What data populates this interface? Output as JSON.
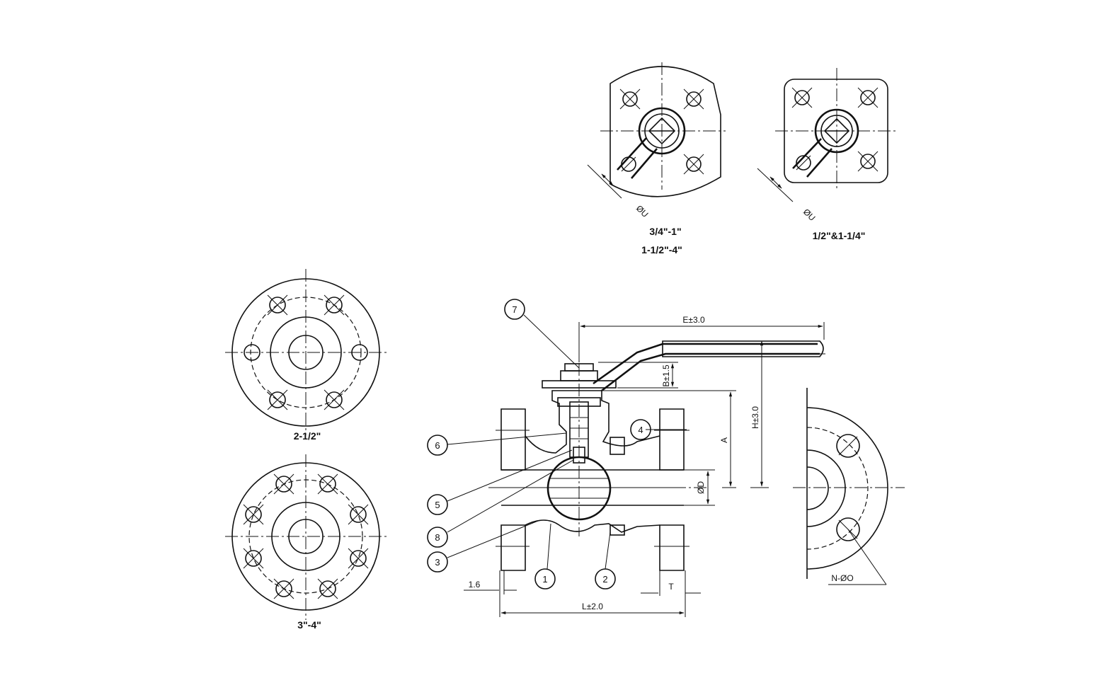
{
  "figure": {
    "mount_left_label_line1": "3/4\"-1\"",
    "mount_left_label_line2": "1-1/2\"-4\"",
    "mount_right_label": "1/2\"&1-1/4\"",
    "flange_small_label": "2-1/2\"",
    "flange_large_label": "3\"-4\"",
    "dimensions": {
      "handle_length": "E±3.0",
      "height": "H±3.0",
      "stem_top": "B±1.5",
      "center_height": "A",
      "bore": "ØD",
      "face_length": "L±2.0",
      "raised_face": "1.6",
      "flange_thickness": "T",
      "bolt_holes": "N-ØO",
      "mount_hole_left": "ØU",
      "mount_hole_right": "ØU"
    },
    "parts": [
      "1",
      "2",
      "3",
      "4",
      "5",
      "6",
      "7",
      "8"
    ]
  }
}
